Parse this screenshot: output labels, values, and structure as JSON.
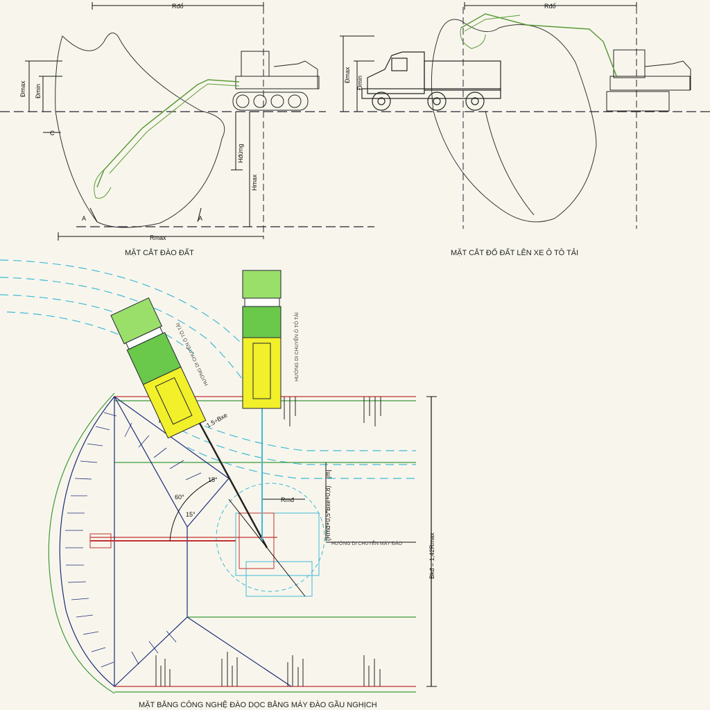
{
  "top_left": {
    "caption": "MẶT CẮT ĐÀO ĐẤT",
    "labels": {
      "rdo": "Rđổ",
      "dmax": "Đmax",
      "dmin": "Đmin",
      "c": "C",
      "hdung": "Hđứng",
      "hmax": "Hmax",
      "rmax": "Rmax",
      "a1": "A",
      "a2": "A"
    }
  },
  "top_right": {
    "caption": "MẶT CẮT ĐỔ ĐẤT LÊN XE Ô TÔ TẢI",
    "labels": {
      "rdo": "Rđổ",
      "dmax": "Đmax",
      "dmin": "Đmin"
    }
  },
  "plan": {
    "caption": "MẶT BẰNG CÔNG NGHỆ ĐÀO DỌC BẰNG MÁY ĐÀO GẦU NGHỊCH",
    "labels": {
      "truck_dir_1": "HƯỚNG DI CHUYỂN Ô TÔ TẢI",
      "truck_dir_2": "HƯỚNG DI CHUYỂN Ô TÔ TẢI",
      "bxe": "1.5÷Bxe",
      "m": "[m]",
      "formula": "(Rmđ+0,5*Bxe+0,8)",
      "rmd": "Rmđ",
      "excavator_dir": "HƯỚNG DI CHUYỂN MÁY ĐÀO",
      "bkd": "Bkđ = 1,42Rmax",
      "angle_15a": "15°",
      "angle_15b": "15°",
      "angle_60": "60°"
    }
  }
}
